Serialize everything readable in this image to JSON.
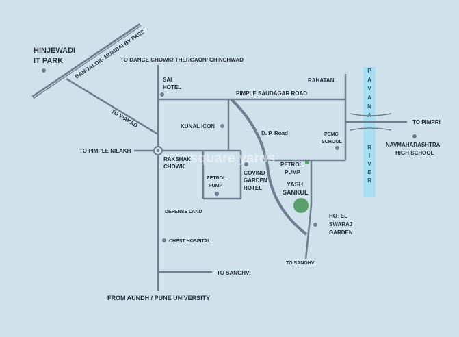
{
  "colors": {
    "background": "#cfe1ea",
    "road": "#6b7f8c",
    "highway": "#6b7f8c",
    "river": "#a8dff0",
    "dot": "#6b7f8c",
    "landmark": "#5aa06a",
    "text": "#1f2d3a"
  },
  "labels": {
    "hinjewadi_line1": "HINJEWADI",
    "hinjewadi_line2": "IT PARK",
    "highway": "BANGALOR- MUMBAI BY PASS",
    "dange_chowk": "TO DANGE CHOWK/ THERGAON/ CHINCHWAD",
    "sai_hotel_line1": "SAI",
    "sai_hotel_line2": "HOTEL",
    "rahatani": "RAHATANI",
    "pimple_saudagar_road": "PIMPLE SAUDAGAR ROAD",
    "to_wakad": "TO WAKAD",
    "kunal_icon": "KUNAL ICON",
    "dp_road": "D. P. Road",
    "pcmc_line1": "PCMC",
    "pcmc_line2": "SCHOOL",
    "to_pimpri": "TO PIMPRI",
    "navmaharashtra_line1": "NAVMAHARASHTRA",
    "navmaharashtra_line2": "HIGH SCHOOL",
    "to_pimple_nilakh": "TO PIMPLE NILAKH",
    "rakshak_line1": "RAKSHAK",
    "rakshak_line2": "CHOWK",
    "petrol_pump_left_line1": "PETROL",
    "petrol_pump_left_line2": "PUMP",
    "govind_line1": "GOVIND",
    "govind_line2": "GARDEN",
    "govind_line3": "HOTEL",
    "petrol_pump_right_line1": "PETROL",
    "petrol_pump_right_line2": "PUMP",
    "yash_line1": "YASH",
    "yash_line2": "SANKUL",
    "hotel_swaraj_line1": "HOTEL",
    "hotel_swaraj_line2": "SWARAJ",
    "hotel_swaraj_line3": "GARDEN",
    "defense_land": "DEFENSE LAND",
    "chest_hospital": "CHEST HOSPITAL",
    "to_sanghvi_right": "TO SANGHVI",
    "to_sanghvi_bottom": "TO SANGHVI",
    "from_aundh": "FROM  AUNDH / PUNE UNIVERSITY",
    "river_top": "PAVANA",
    "river_bottom": "RIVER"
  },
  "watermark": "square yards"
}
